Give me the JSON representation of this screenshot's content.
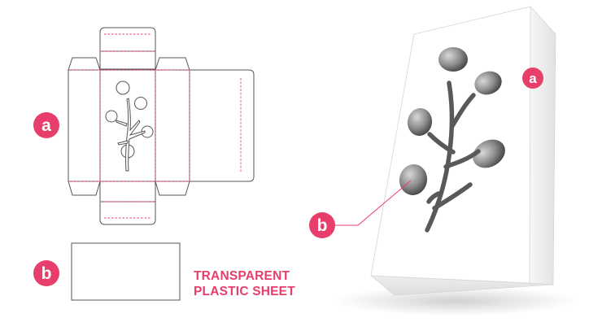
{
  "labels": {
    "a": "a",
    "b": "b"
  },
  "sheet_note": {
    "line1": "TRANSPARENT",
    "line2": "PLASTIC SHEET"
  },
  "colors": {
    "accent": "#e83e6c",
    "dieline": "#555555",
    "fold": "#e83e6c",
    "window": "#58595b",
    "box_light": "#ffffff",
    "box_shade": "#e6e6e6"
  }
}
